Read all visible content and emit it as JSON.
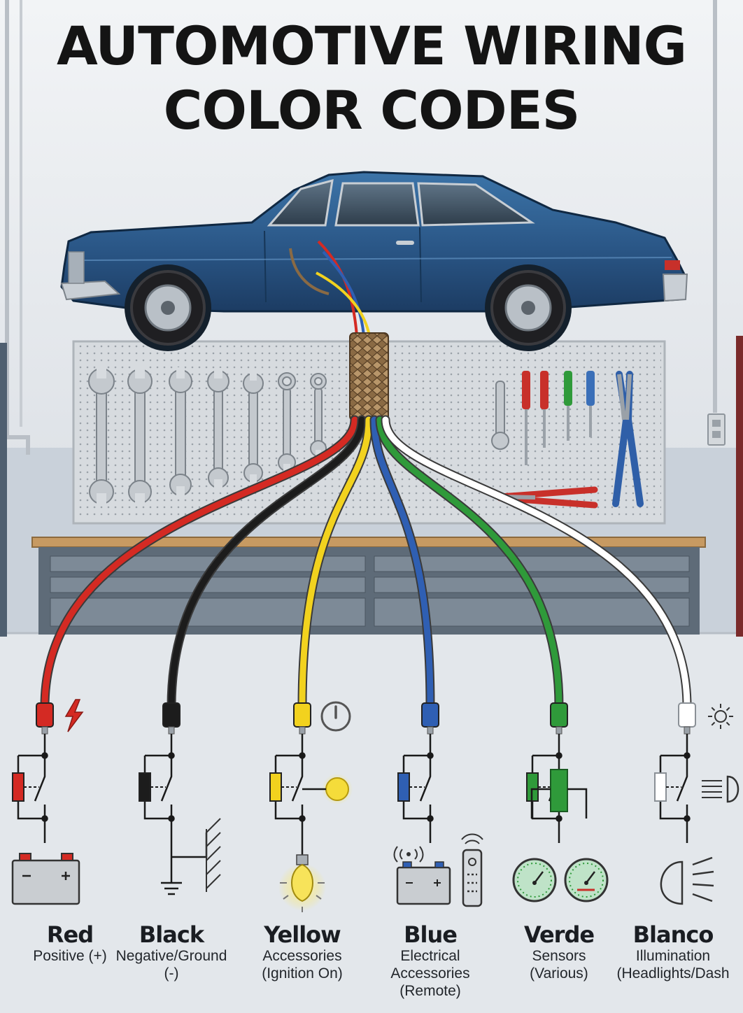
{
  "title": {
    "line1": "AUTOMOTIVE WIRING",
    "line2": "COLOR CODES"
  },
  "colors": {
    "car_body": "#2f5f8f",
    "red": "#d42a23",
    "black": "#1c1c1c",
    "yellow": "#f2d21e",
    "blue": "#2f5fb3",
    "green": "#2f9a3a",
    "white": "#ffffff"
  },
  "wires": [
    {
      "name": "Red",
      "desc_lines": [
        "Positive (+)"
      ],
      "color": "#d42a23",
      "terminal_icon": "lightning-icon",
      "device_icon": "battery-icon"
    },
    {
      "name": "Black",
      "desc_lines": [
        "Negative/Ground",
        "(-)"
      ],
      "color": "#1c1c1c",
      "terminal_icon": "",
      "device_icon": "ground-icon"
    },
    {
      "name": "Yellow",
      "desc_lines": [
        "Accessories",
        "(Ignition On)"
      ],
      "color": "#f2d21e",
      "terminal_icon": "power-icon",
      "device_icon": "light-bulb-icon"
    },
    {
      "name": "Blue",
      "desc_lines": [
        "Electrical",
        "Accessories",
        "(Remote)"
      ],
      "color": "#2f5fb3",
      "terminal_icon": "",
      "device_icon": "remote-icon"
    },
    {
      "name": "Verde",
      "desc_lines": [
        "Sensors",
        "(Various)"
      ],
      "color": "#2f9a3a",
      "terminal_icon": "",
      "device_icon": "gauge-icon"
    },
    {
      "name": "Blanco",
      "desc_lines": [
        "Illumination",
        "(Headlights/Dash"
      ],
      "color": "#ffffff",
      "terminal_icon": "sun-icon",
      "device_icon": "headlight-icon"
    }
  ]
}
